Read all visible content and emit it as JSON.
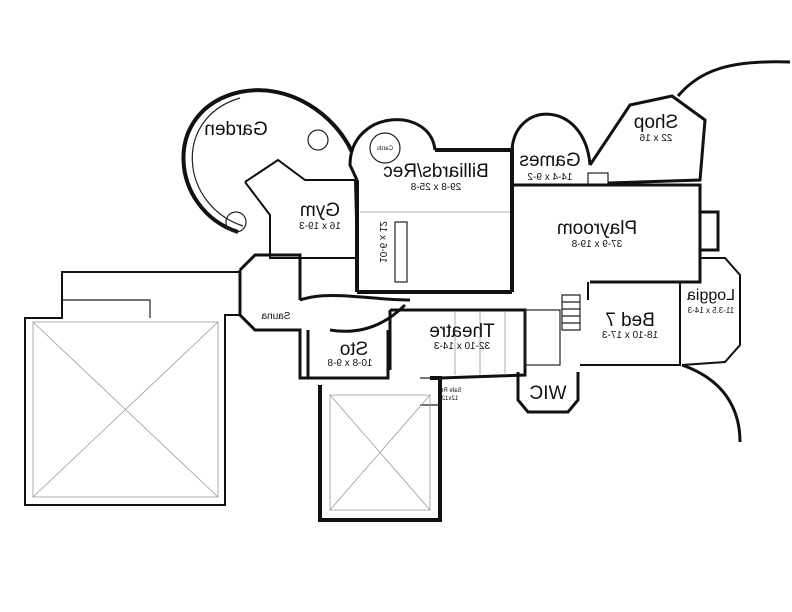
{
  "plan": {
    "orientation": "mirrored",
    "rooms": {
      "garden": {
        "name": "Garden"
      },
      "billiards": {
        "name": "Billiards/Rec",
        "size": "29-8 x 25-8"
      },
      "bar": {
        "size": "10-6 x 12"
      },
      "cards": {
        "name": "Cards"
      },
      "games": {
        "name": "Games",
        "size": "14-4 x 9-2"
      },
      "shop": {
        "name": "Shop",
        "size": "22 x 16"
      },
      "gym": {
        "name": "Gym",
        "size": "16 x 19-3"
      },
      "playroom": {
        "name": "Playroom",
        "size": "37-9 x 19-8"
      },
      "loggia": {
        "name": "Loggia",
        "size": "11-3.5 x 14-3"
      },
      "bed7": {
        "name": "Bed 7",
        "size": "18-10 x 17-3"
      },
      "theatre": {
        "name": "Theatre",
        "size": "32-10 x 14-3"
      },
      "sto": {
        "name": "Sto",
        "size": "10-8 x 9-8"
      },
      "sauna": {
        "name": "Sauna"
      },
      "wic": {
        "name": "WIC"
      },
      "safe_room": {
        "name": "Safe Rm",
        "size": "12x12"
      }
    }
  }
}
